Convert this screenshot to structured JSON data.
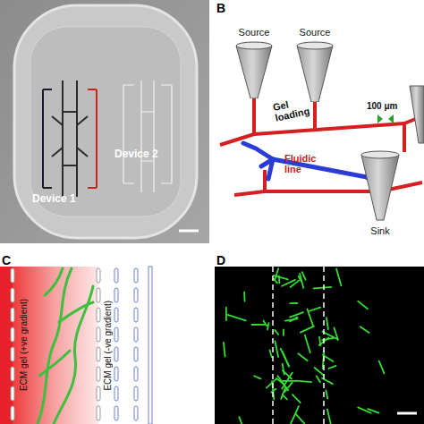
{
  "diagram": {
    "nodes": [
      {
        "text": [
          "Source"
        ]
      },
      {
        "text": [
          "Source"
        ]
      },
      {
        "text": [
          "Sink"
        ]
      },
      {
        "text": [
          "ECM gel (+ve gradient)"
        ]
      },
      {
        "text": [
          "ECM gel (-ve gradient)"
        ]
      }
    ],
    "labels": [
      "B",
      "Device 1",
      "Device 2",
      "Gel loading",
      "Fluidic line",
      "100 μm",
      "C",
      "D"
    ]
  }
}
